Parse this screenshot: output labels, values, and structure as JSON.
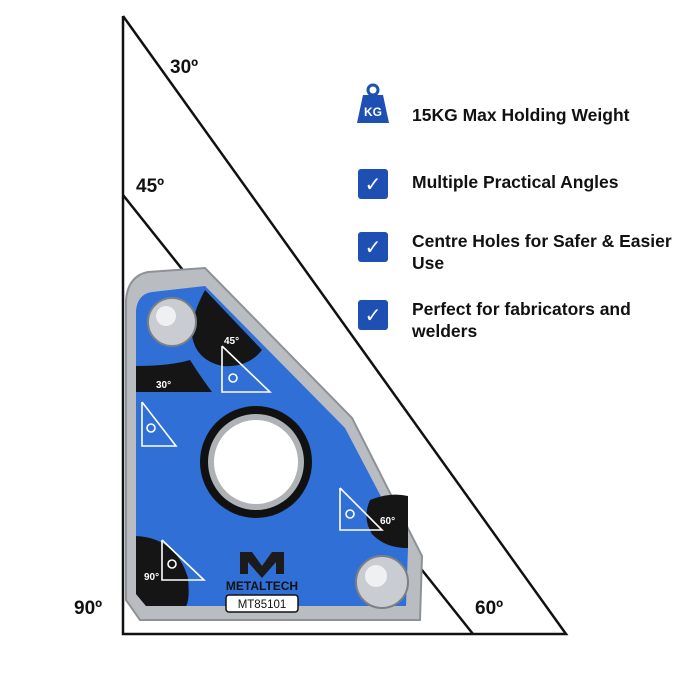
{
  "angles": {
    "a30": "30º",
    "a45": "45º",
    "a90": "90º",
    "a60": "60º"
  },
  "features": [
    {
      "icon": "weight-kg-icon",
      "badge": "KG",
      "text": "15KG Max Holding Weight"
    },
    {
      "icon": "checkmark-icon",
      "text": "Multiple Practical Angles"
    },
    {
      "icon": "checkmark-icon",
      "text": "Centre Holes for Safer & Easier Use"
    },
    {
      "icon": "checkmark-icon",
      "text": "Perfect for fabricators and welders"
    }
  ],
  "product": {
    "brand": "METALTECH",
    "model": "MT85101",
    "face_labels": {
      "l45": "45°",
      "l30": "30°",
      "l60": "60°",
      "l90": "90°"
    }
  },
  "colors": {
    "accent_blue": "#1e4fb3",
    "magnet_blue": "#2f6fd6",
    "steel": "#b9bcc0",
    "dark": "#111111"
  }
}
